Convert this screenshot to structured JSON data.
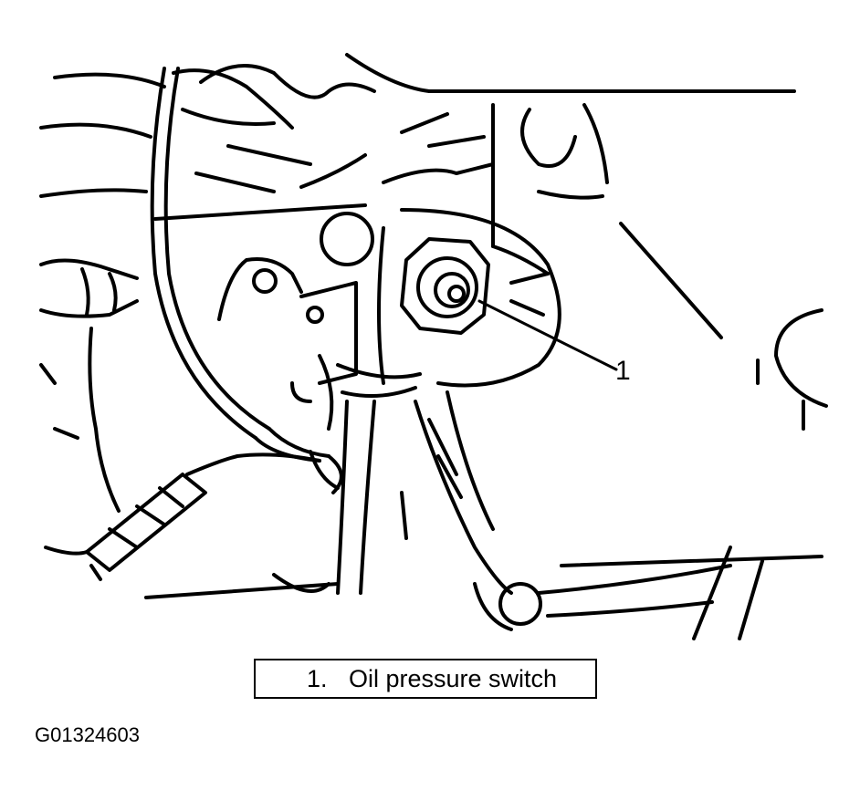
{
  "callout": {
    "number": "1"
  },
  "legend": {
    "items": [
      {
        "number": "1.",
        "label": "Oil pressure switch"
      }
    ]
  },
  "figure_id": "G01324603"
}
